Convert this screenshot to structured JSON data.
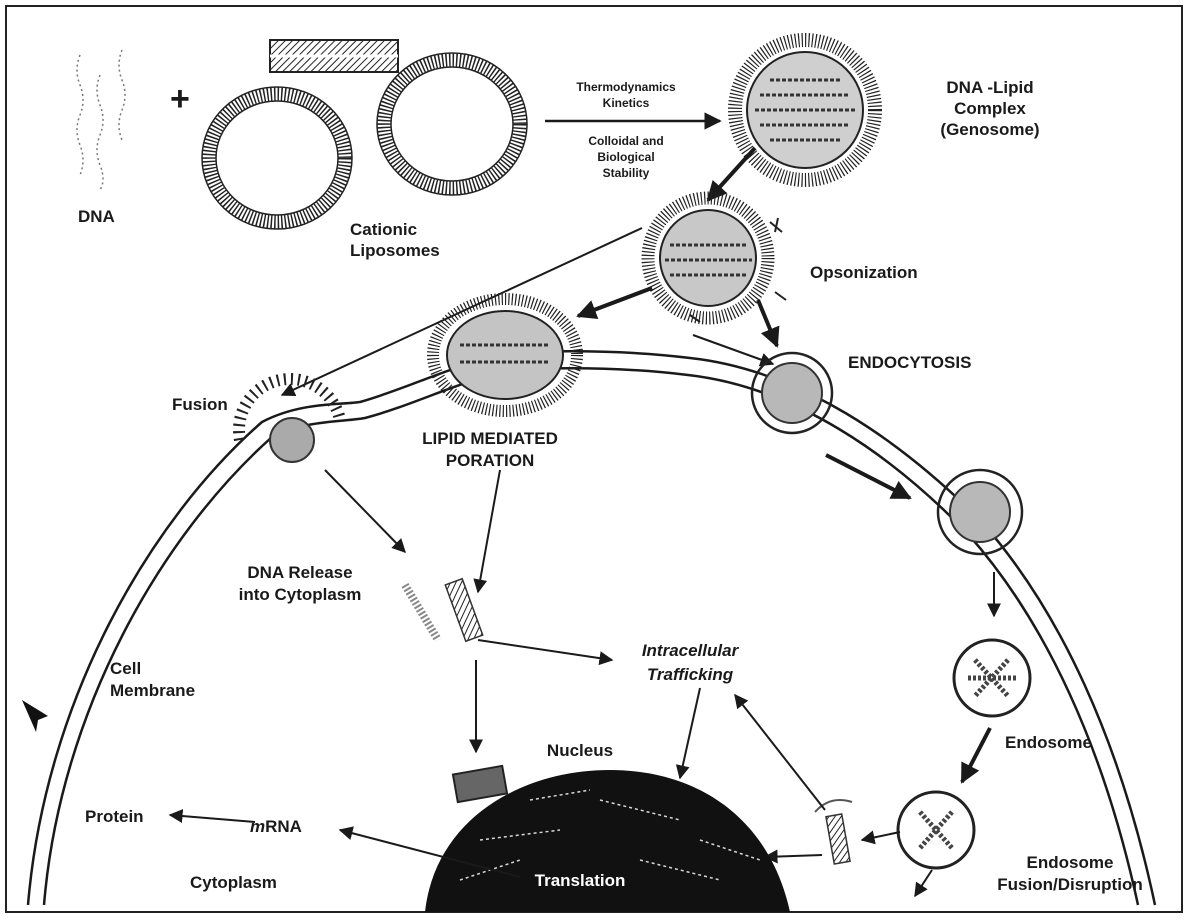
{
  "labels": {
    "dna": "DNA",
    "plus": "+",
    "cationic_1": "Cationic",
    "cationic_2": "Liposomes",
    "thermo_1": "Thermodynamics",
    "thermo_2": "Kinetics",
    "colloid_1": "Colloidal and",
    "colloid_2": "Biological",
    "colloid_3": "Stability",
    "complex_1": "DNA -Lipid",
    "complex_2": "Complex",
    "complex_3": "(Genosome)",
    "opsonization": "Opsonization",
    "endocytosis": "ENDOCYTOSIS",
    "fusion": "Fusion",
    "poration_1": "LIPID MEDIATED",
    "poration_2": "PORATION",
    "release_1": "DNA Release",
    "release_2": "into Cytoplasm",
    "trafficking_1": "Intracellular",
    "trafficking_2": "Trafficking",
    "membrane_1": "Cell",
    "membrane_2": "Membrane",
    "endosome": "Endosome",
    "disruption_1": "Endosome",
    "disruption_2": "Fusion/Disruption",
    "nucleus": "Nucleus",
    "protein": "Protein",
    "mrna_m": "m",
    "mrna_rest": "RNA",
    "cytoplasm": "Cytoplasm",
    "translation": "Translation"
  },
  "colors": {
    "ink": "#1a1a1a",
    "nucleus": "#111111",
    "paper": "#ffffff"
  }
}
